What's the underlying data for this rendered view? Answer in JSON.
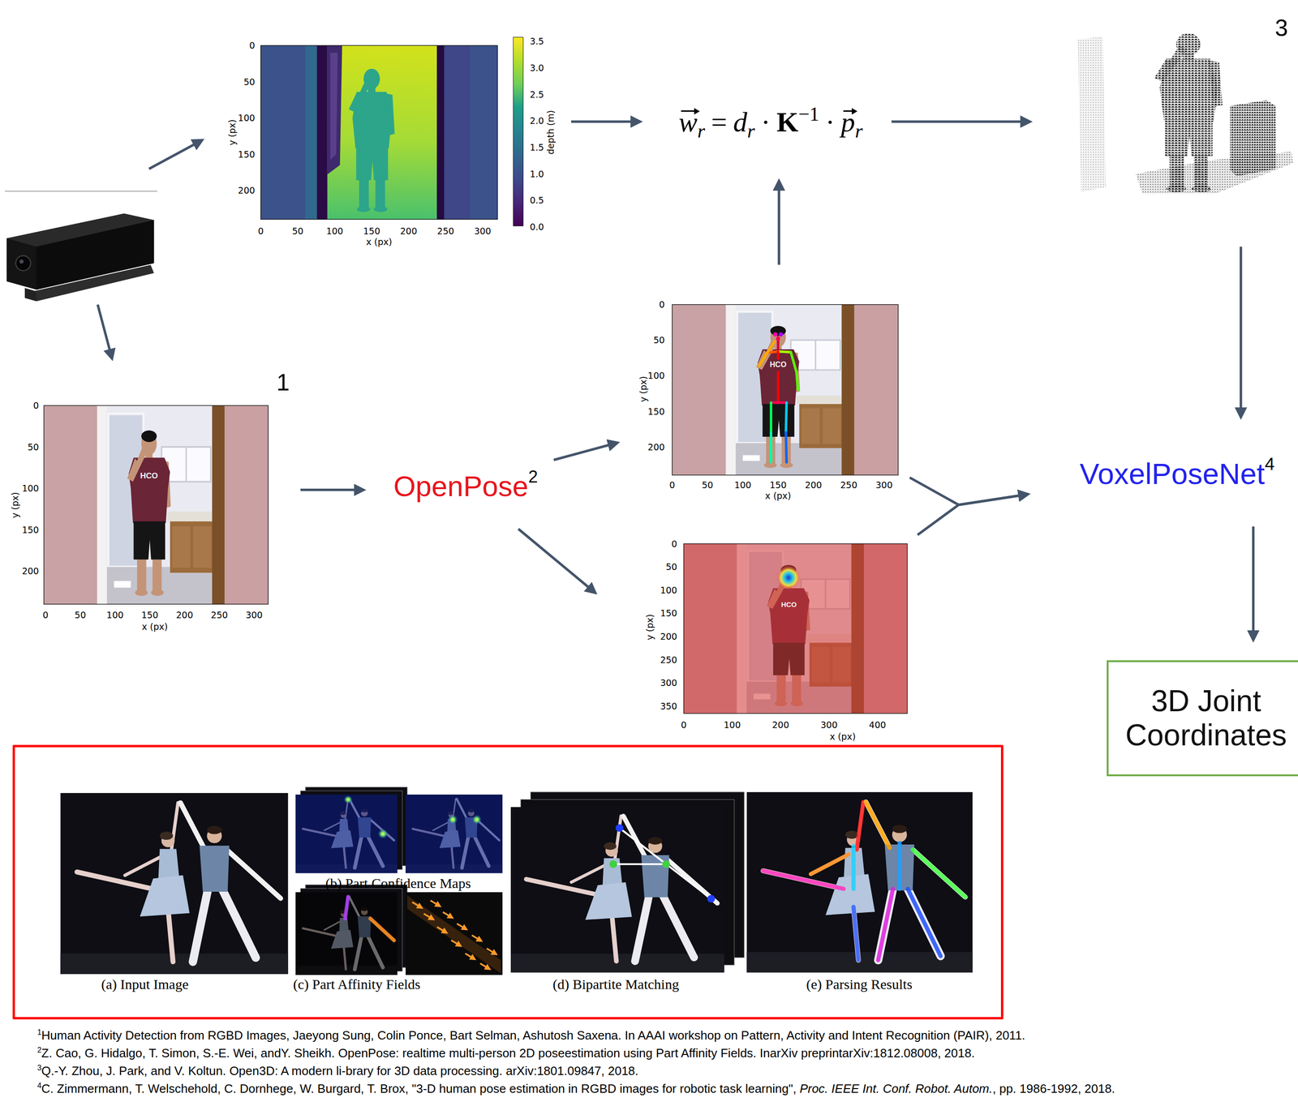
{
  "diagram": {
    "nodes": [
      {
        "text": [
          "0",
          "50",
          "100",
          "150",
          "200",
          "y (px)",
          "0",
          "50",
          "100",
          "150",
          "200",
          "250",
          "300",
          "x (px)",
          "3.5",
          "3.0",
          "2.5",
          "2.0",
          "1.5",
          "1.0",
          "0.5",
          "0.0",
          "depth (m)"
        ]
      },
      {
        "text": [
          "w",
          "r",
          "=",
          "d",
          "r",
          "·",
          "K",
          "−1",
          "·",
          "p",
          "r"
        ]
      },
      {
        "text": [
          "3"
        ]
      },
      {
        "text": [
          "1",
          "0",
          "50",
          "100",
          "150",
          "200",
          "y (px)",
          "0",
          "50",
          "100",
          "150",
          "200",
          "250",
          "300",
          "x (px)"
        ]
      },
      {
        "text": [
          "OpenPose",
          "2"
        ]
      },
      {
        "text": [
          "0",
          "50",
          "100",
          "150",
          "200",
          "y (px)",
          "0",
          "50",
          "100",
          "150",
          "200",
          "250",
          "300",
          "x (px)"
        ]
      },
      {
        "text": [
          "VoxelPoseNet",
          "4"
        ]
      },
      {
        "text": [
          "0",
          "50",
          "100",
          "150",
          "200",
          "250",
          "300",
          "350",
          "y (px)",
          "0",
          "100",
          "200",
          "300",
          "400",
          "x (px)"
        ]
      },
      {
        "text": [
          "3D Joint Coordinates"
        ]
      },
      {
        "text": [
          "(a) Input Image",
          "(b) Part Confidence Maps",
          "(c) Part Affinity Fields",
          "(d) Bipartite Matching",
          "(e) Parsing Results"
        ]
      }
    ],
    "edges": [
      {
        "from": 0,
        "to": 1,
        "arrow": "to"
      },
      {
        "from": 1,
        "to": 2,
        "arrow": "to"
      },
      {
        "from": 5,
        "to": 1,
        "arrow": "to"
      },
      {
        "from": 3,
        "to": 4,
        "arrow": "to"
      },
      {
        "from": 4,
        "to": 5,
        "arrow": "to"
      },
      {
        "from": 4,
        "to": 7,
        "arrow": "to"
      },
      {
        "from": 5,
        "to": 6,
        "arrow": "to"
      },
      {
        "from": 7,
        "to": 6,
        "arrow": "to"
      },
      {
        "from": 2,
        "to": 6,
        "arrow": "to"
      },
      {
        "from": 6,
        "to": 8,
        "arrow": "to"
      }
    ],
    "labels": [
      "HCO",
      "HCO",
      "HCO",
      "1",
      "Human Activity Detection from RGBD Images, Jaeyong Sung, Colin Ponce, Bart Selman, Ashutosh Saxena. In AAAI workshop on Pattern, Activity and Intent Recognition (PAIR), 2011.",
      "2",
      "Z. Cao, G. Hidalgo, T. Simon, S.-E. Wei, andY. Sheikh. OpenPose: realtime multi-person 2D poseestimation using Part Affinity Fields. InarXiv preprintarXiv:1812.08008, 2018.",
      "3",
      "Q.-Y. Zhou, J. Park, and V. Koltun. Open3D: A modern li-brary for 3D data processing. arXiv:1801.09847, 2018.",
      "4",
      "C. Zimmermann, T. Welschehold, C. Dornhege, W. Burgard, T. Brox, \"3-D human pose estimation in RGBD images for robotic task learning\",",
      "Proc. IEEE Int. Conf. Robot. Autom.",
      ", pp. 1986-1992, 2018."
    ]
  }
}
